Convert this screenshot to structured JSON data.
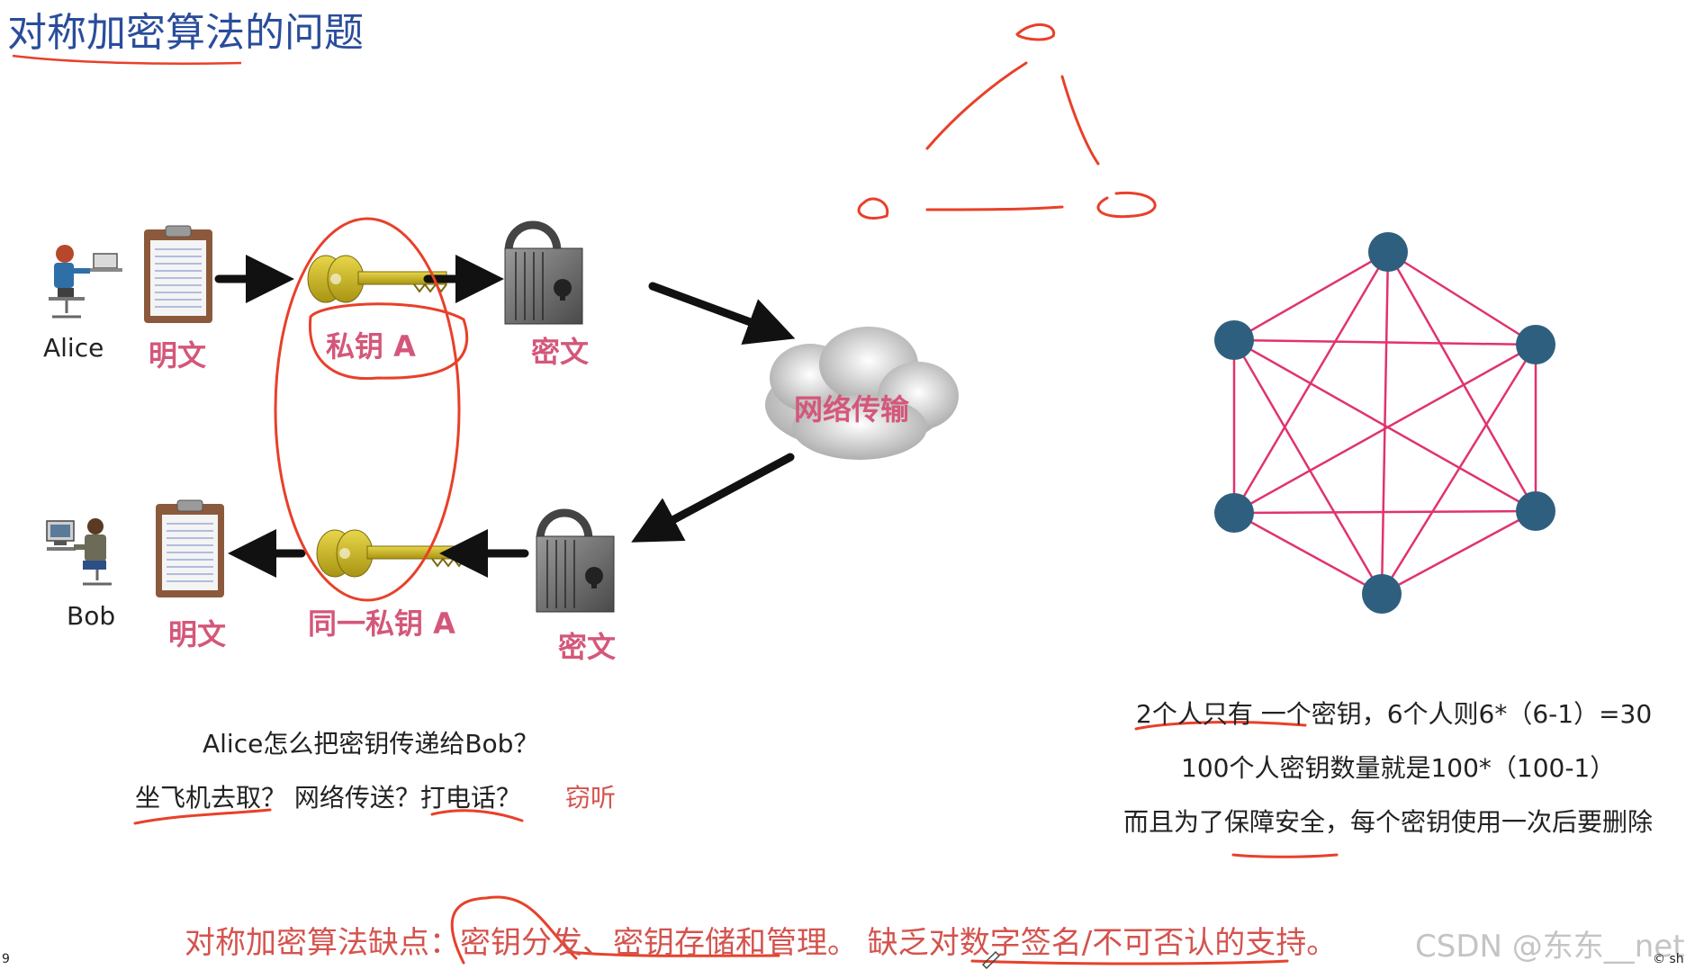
{
  "title": "对称加密算法的问题",
  "diagram": {
    "alice_label": "Alice",
    "bob_label": "Bob",
    "plaintext_top": "明文",
    "plaintext_bottom": "明文",
    "private_key_a": "私钥 A",
    "same_private_key_a": "同一私钥 A",
    "ciphertext_top": "密文",
    "ciphertext_bottom": "密文",
    "network": "网络传输"
  },
  "question": {
    "line1": "Alice怎么把密钥传递给Bob？",
    "options": "坐飞机去取？ 网络传送？打电话？",
    "eavesdrop": "窃听"
  },
  "key_count": {
    "line1": "2个人只有 一个密钥，6个人则6*（6-1）=30",
    "line2": "100个人密钥数量就是100*（100-1）",
    "line3": "而且为了保障安全，每个密钥使用一次后要删除"
  },
  "bottom": {
    "drawbacks": "对称加密算法缺点：密钥分发、密钥存储和管理。 缺乏对数字签名/不可否认的支持。"
  },
  "watermark": "CSDN @东东__net",
  "page_number": "9",
  "copyright": "© sh",
  "colors": {
    "title_blue": "#2a4d9b",
    "label_pink": "#d4577a",
    "annotation_red": "#e8402a",
    "mesh_pink": "#e0336e",
    "node_blue": "#2f5f7f"
  }
}
